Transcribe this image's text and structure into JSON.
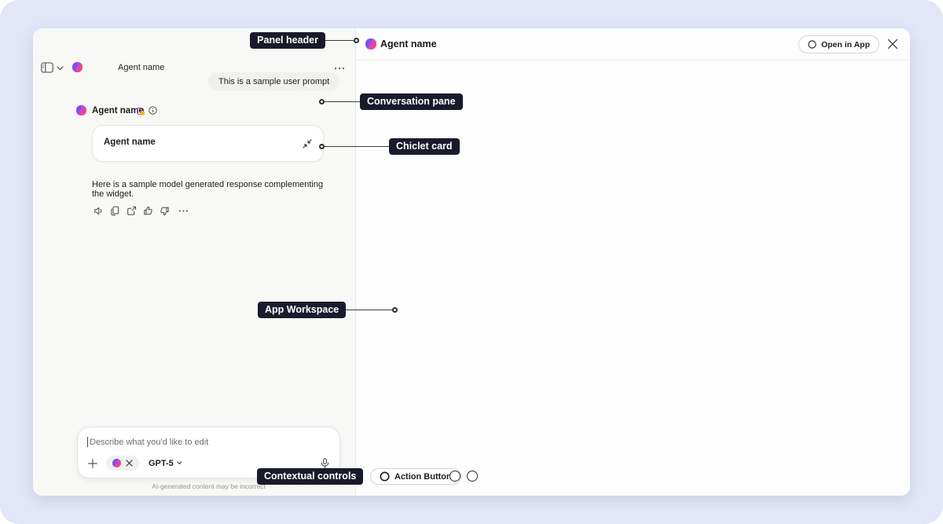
{
  "chat": {
    "header": {
      "agent_name": "Agent name"
    },
    "user_message": "This is a sample user prompt",
    "response": {
      "agent_name": "Agent name",
      "chiclet_title": "Agent name",
      "text": "Here is a sample model generated response complementing the widget."
    },
    "composer": {
      "placeholder": "Describe what you'd like to edit",
      "model": "GPT-5",
      "disclaimer": "AI-generated content may be incorrect"
    }
  },
  "workspace": {
    "header": {
      "agent_name": "Agent name",
      "open_in_app": "Open in App"
    },
    "footer": {
      "action_button": "Action Button"
    }
  },
  "annotations": {
    "panel_header": "Panel header",
    "conversation_pane": "Conversation pane",
    "chiclet_card": "Chiclet card",
    "app_workspace": "App Workspace",
    "contextual_controls": "Contextual controls"
  },
  "colors": {
    "canvas_bg": "#e2e6f8",
    "chat_panel_bg": "#f8f8f6",
    "annotation_bg": "#191b2c",
    "agent_gradient": [
      "#6f56ea",
      "#d344d6",
      "#fb6a3b"
    ]
  }
}
